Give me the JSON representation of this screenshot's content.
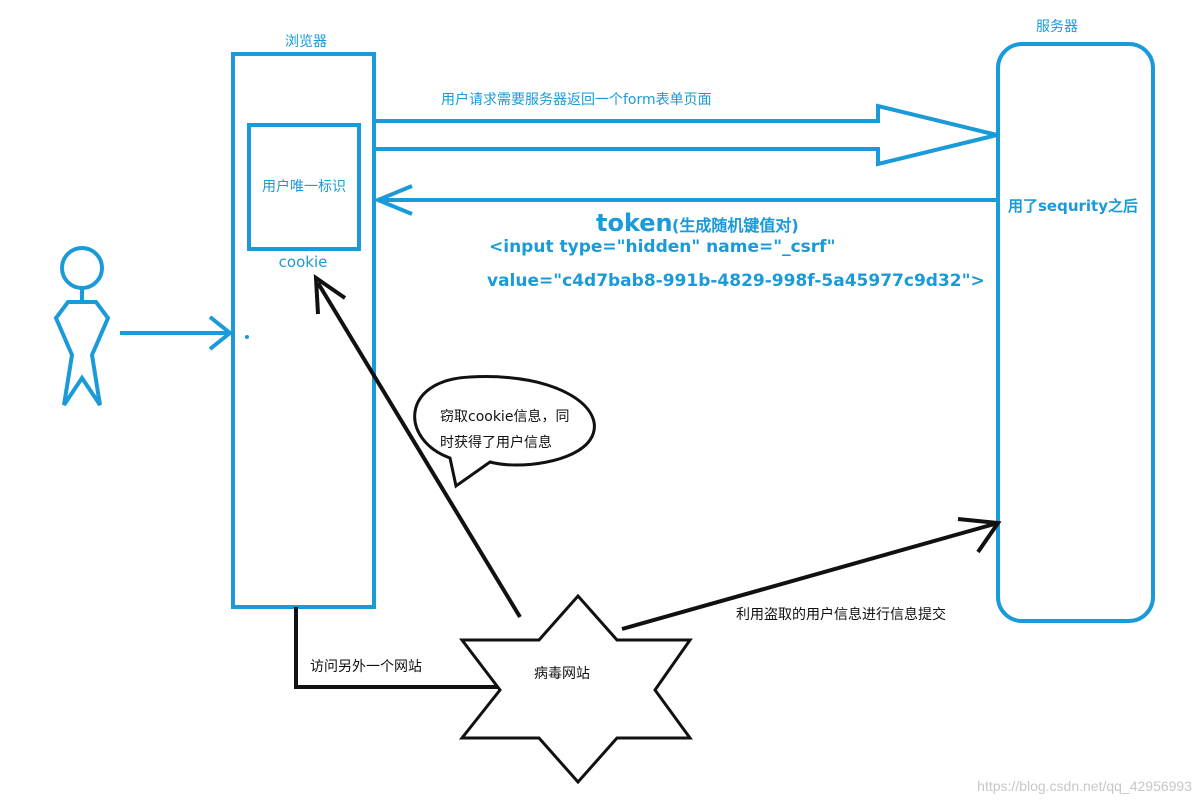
{
  "colors": {
    "blue": "#1a9ad9",
    "black": "#111111",
    "watermark": "#c8c8c8"
  },
  "labels": {
    "browser_title": "浏览器",
    "server_title": "服务器",
    "unique_id": "用户唯一标识",
    "cookie": "cookie",
    "request": "用户请求需要服务器返回一个form表单页面",
    "token_word": "token",
    "token_note": "(生成随机键值对)",
    "input_line1": "<input type=\"hidden\" name=\"_csrf\"",
    "input_line2": "value=\"c4d7bab8-991b-4829-998f-5a45977c9d32\">",
    "server_security": "用了sequrity之后",
    "bubble_line1": "窃取cookie信息，同",
    "bubble_line2": "时获得了用户信息",
    "virus_site": "病毒网站",
    "visit_other": "访问另外一个网站",
    "submit_stolen": "利用盗取的用户信息进行信息提交",
    "watermark": "https://blog.csdn.net/qq_42956993"
  },
  "icons": {
    "user": "stick-figure-icon",
    "virus": "six-point-star-shape"
  }
}
